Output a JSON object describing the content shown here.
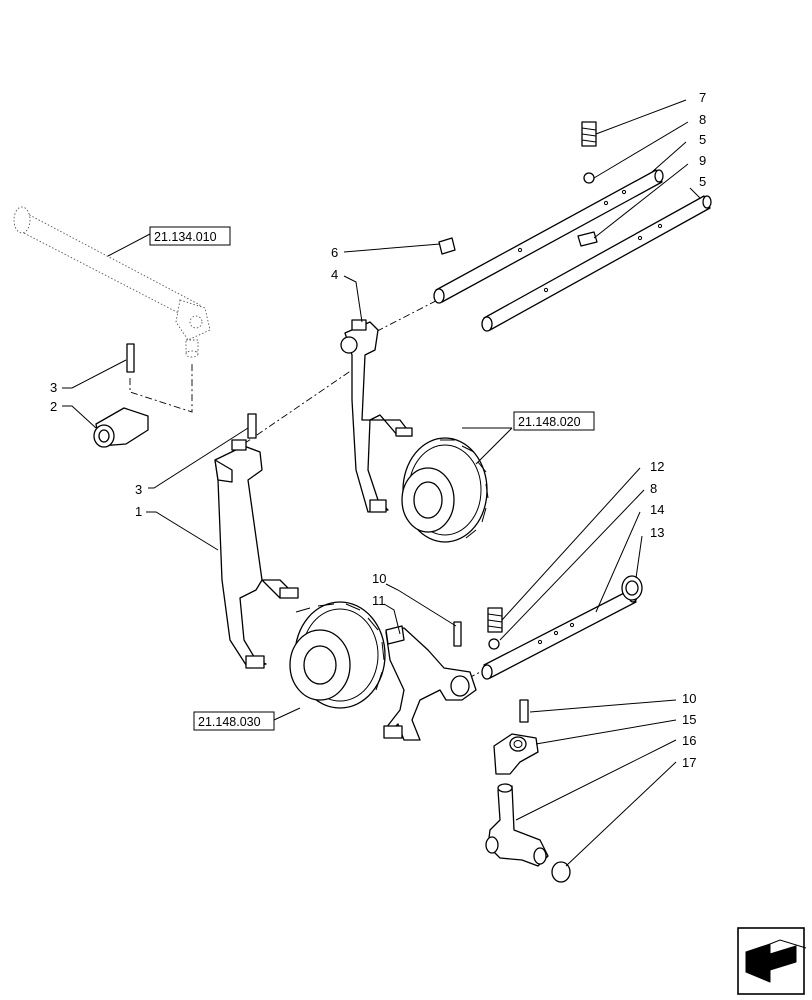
{
  "diagram": {
    "callouts": [
      "7",
      "8",
      "5",
      "9",
      "5",
      "6",
      "4",
      "3",
      "2",
      "3",
      "1",
      "12",
      "8",
      "14",
      "13",
      "10",
      "11",
      "10",
      "15",
      "16",
      "17"
    ],
    "references": [
      "21.134.010",
      "21.148.020",
      "21.148.030"
    ]
  },
  "nav_icon": "back-arrow-icon"
}
